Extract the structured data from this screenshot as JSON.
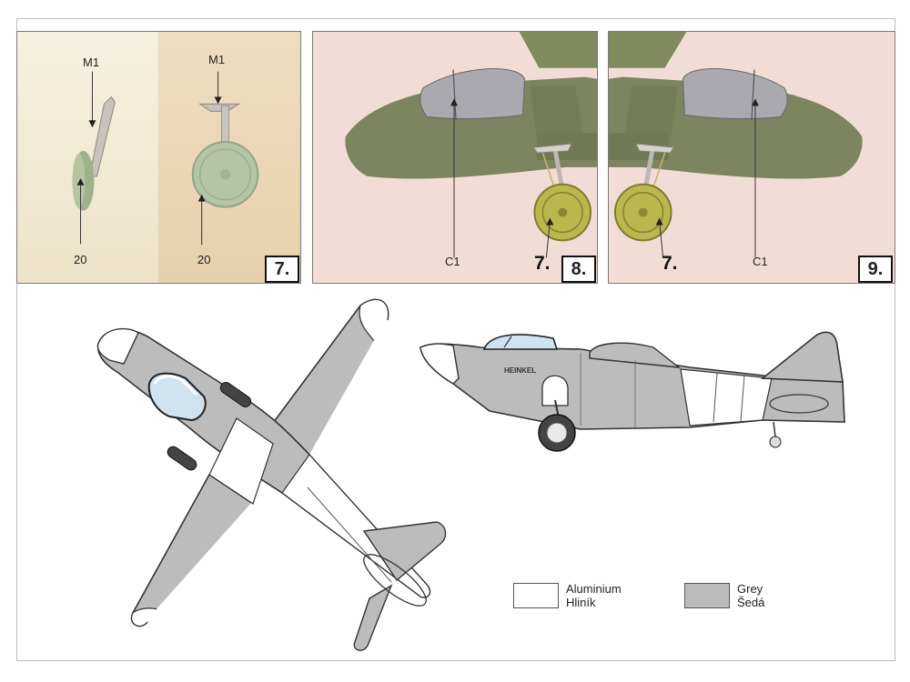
{
  "panel1": {
    "left_top_label": "M1",
    "left_bottom_label": "20",
    "right_top_label": "M1",
    "right_bottom_label": "20",
    "step": "7."
  },
  "panel2": {
    "part_label": "C1",
    "step_inline": "7.",
    "step": "8."
  },
  "panel3": {
    "part_label": "C1",
    "step_inline": "7.",
    "step": "9."
  },
  "side_view": {
    "marking": "HEINKEL"
  },
  "legend": {
    "items": [
      {
        "name_en": "Aluminium",
        "name_cz": "Hliník",
        "color": "#ffffff"
      },
      {
        "name_en": "Grey",
        "name_cz": "Šedá",
        "color": "#bcbcbc"
      }
    ]
  },
  "colors": {
    "grey": "#bcbcbc",
    "aluminium": "#ffffff",
    "model_green": "#7d8560",
    "canopy_grey": "#a8a8ae"
  }
}
